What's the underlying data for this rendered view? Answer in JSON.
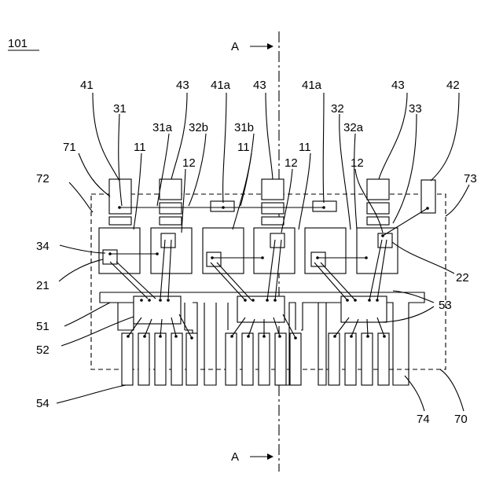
{
  "figure": {
    "ref": "101",
    "section": "A",
    "arrow": "→"
  },
  "labels": {
    "l41": "41",
    "l43a": "43",
    "l41a_1": "41a",
    "l43b": "43",
    "l41a_2": "41a",
    "l43c": "43",
    "l42": "42",
    "l31": "31",
    "l31a": "31a",
    "l32b": "32b",
    "l31b": "31b",
    "l32": "32",
    "l32a": "32a",
    "l33": "33",
    "l71": "71",
    "l11_1": "11",
    "l11_2": "11",
    "l11_3": "11",
    "l12_1": "12",
    "l12_2": "12",
    "l12_3": "12",
    "l72": "72",
    "l73": "73",
    "l34": "34",
    "l21": "21",
    "l22": "22",
    "l51": "51",
    "l52": "52",
    "l53": "53",
    "l54": "54",
    "l74": "74",
    "l70": "70"
  }
}
